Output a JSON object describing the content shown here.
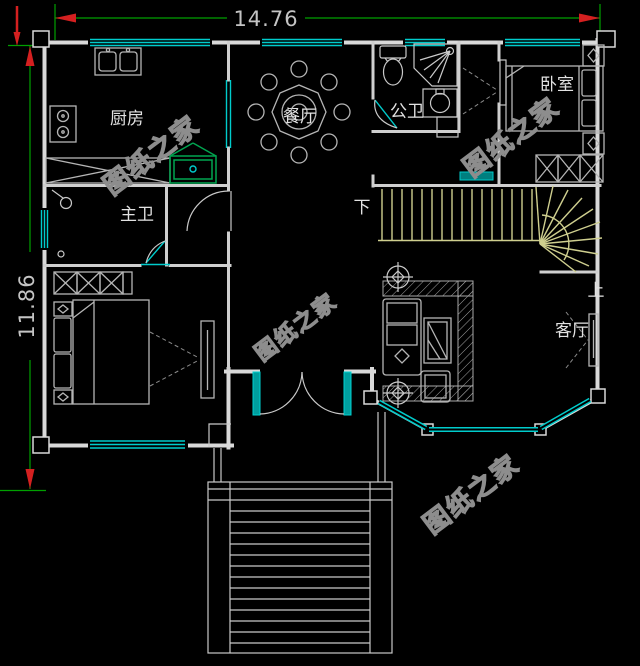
{
  "plan": {
    "dimension_width": "14.76",
    "dimension_height": "11.86",
    "rooms": {
      "kitchen": "厨房",
      "dining": "餐厅",
      "public_bath": "公卫",
      "bedroom": "卧室",
      "master_bath": "主卫",
      "living": "客厅"
    },
    "stairs": {
      "down": "下",
      "up": "上"
    },
    "watermark": "图纸之家",
    "colors": {
      "background": "#000000",
      "wall": "#d9d9d9",
      "window": "#00cccc",
      "dimension_line": "#00a000",
      "dimension_arrow": "#d42020",
      "dimension_text": "#c4c4c4",
      "stair_tread": "#cfcf8f",
      "sink_green": "#00a550",
      "label_text": "#e2e2e2",
      "watermark_gray": "#8d8d8d"
    }
  }
}
